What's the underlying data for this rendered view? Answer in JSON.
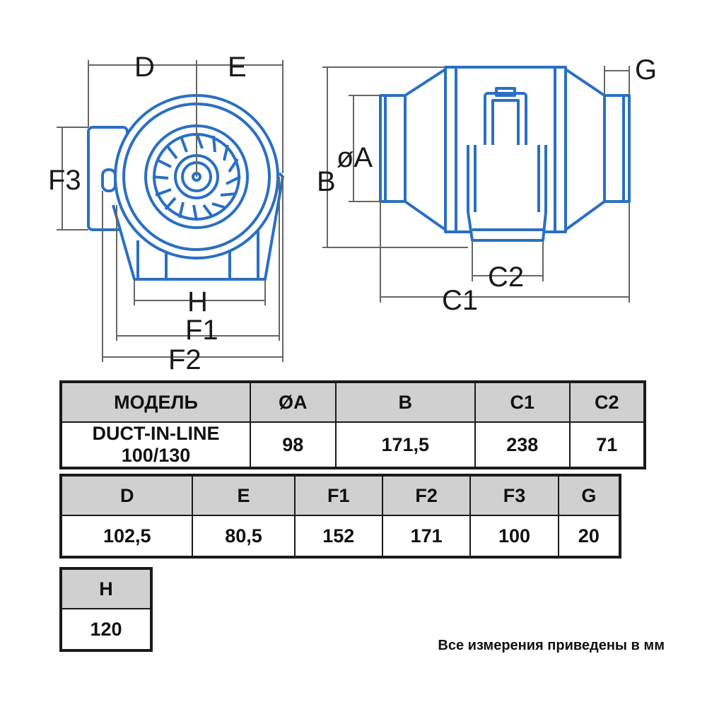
{
  "diagram": {
    "labels": {
      "D": "D",
      "E": "E",
      "F3": "F3",
      "H": "H",
      "F1": "F1",
      "F2": "F2",
      "G": "G",
      "A": "øA",
      "B": "B",
      "C2": "C2",
      "C1": "C1"
    },
    "colors": {
      "outline": "#2a6fc4",
      "dimension": "#666666"
    }
  },
  "table1": {
    "headers": [
      "МОДЕЛЬ",
      "ØA",
      "B",
      "C1",
      "C2"
    ],
    "values": [
      "DUCT-IN-LINE 100/130",
      "98",
      "171,5",
      "238",
      "71"
    ]
  },
  "table2": {
    "headers": [
      "D",
      "E",
      "F1",
      "F2",
      "F3",
      "G"
    ],
    "values": [
      "102,5",
      "80,5",
      "152",
      "171",
      "100",
      "20"
    ]
  },
  "table3": {
    "headers": [
      "H"
    ],
    "values": [
      "120"
    ]
  },
  "footnote": "Все измерения приведены в мм"
}
